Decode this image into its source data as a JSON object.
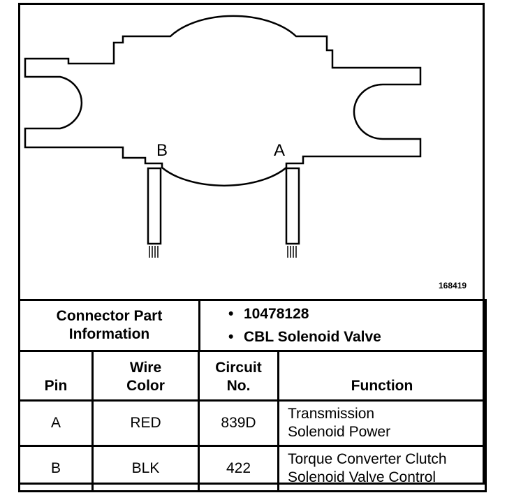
{
  "diagram": {
    "part_code": "168419",
    "pin_labels": {
      "a": "A",
      "b": "B"
    }
  },
  "connector_info": {
    "label_line1": "Connector Part",
    "label_line2": "Information",
    "items": [
      "10478128",
      "CBL Solenoid Valve"
    ]
  },
  "pin_table": {
    "headers": {
      "pin": "Pin",
      "wire_color_line1": "Wire",
      "wire_color_line2": "Color",
      "circuit_line1": "Circuit",
      "circuit_line2": "No.",
      "function": "Function"
    },
    "rows": [
      {
        "pin": "A",
        "wire_color": "RED",
        "circuit": "839D",
        "function_line1": "Transmission",
        "function_line2": "Solenoid Power"
      },
      {
        "pin": "B",
        "wire_color": "BLK",
        "circuit": "422",
        "function_line1": "Torque Converter Clutch",
        "function_line2": "Solenoid Valve Control"
      }
    ]
  }
}
